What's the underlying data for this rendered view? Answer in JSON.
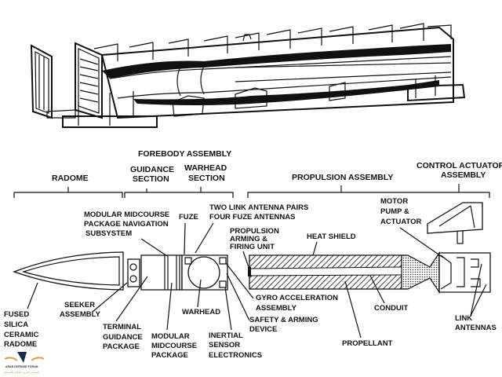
{
  "diagram": {
    "headers": {
      "forebody": "FOREBODY ASSEMBLY",
      "radome": "RADOME",
      "guidance_1": "GUIDANCE",
      "guidance_2": "SECTION",
      "warhead_1": "WARHEAD",
      "warhead_2": "SECTION",
      "propulsion": "PROPULSION ASSEMBLY",
      "control_1": "CONTROL ACTUATOR",
      "control_2": "ASSEMBLY"
    },
    "labels": {
      "modular_nav": [
        "MODULAR MIDCOURSE",
        "PACKAGE NAVIGATION",
        "SUBSYSTEM"
      ],
      "fuze": "FUZE",
      "antenna_pairs": [
        "TWO LINK ANTENNA PAIRS",
        "FOUR FUZE ANTENNAS"
      ],
      "prop_arming": [
        "PROPULSION",
        "ARMING &",
        "FIRING UNIT"
      ],
      "heat_shield": "HEAT SHIELD",
      "motor_pump": [
        "MOTOR",
        "PUMP &",
        "ACTUATOR"
      ],
      "fused_silica": [
        "FUSED",
        "SILICA",
        "CERAMIC",
        "RADOME"
      ],
      "seeker": [
        "SEEKER",
        "ASSEMBLY"
      ],
      "terminal": [
        "TERMINAL",
        "GUIDANCE",
        "PACKAGE"
      ],
      "modular_pkg": [
        "MODULAR",
        "MIDCOURSE",
        "PACKAGE"
      ],
      "warhead": "WARHEAD",
      "inertial": [
        "INERTIAL",
        "SENSOR",
        "ELECTRONICS"
      ],
      "gyro": [
        "GYRO ACCELERATION",
        "ASSEMBLY"
      ],
      "safety": [
        "SAFETY & ARMING",
        "DEVICE"
      ],
      "propellant": "PROPELLANT",
      "conduit": "CONDUIT",
      "link_antennas": [
        "LINK",
        "ANTENNAS"
      ]
    },
    "watermark": {
      "line1": "ARAB DEFENSE FORUM",
      "line2": "المنتدى العربي للدفاع والتسليح"
    }
  }
}
